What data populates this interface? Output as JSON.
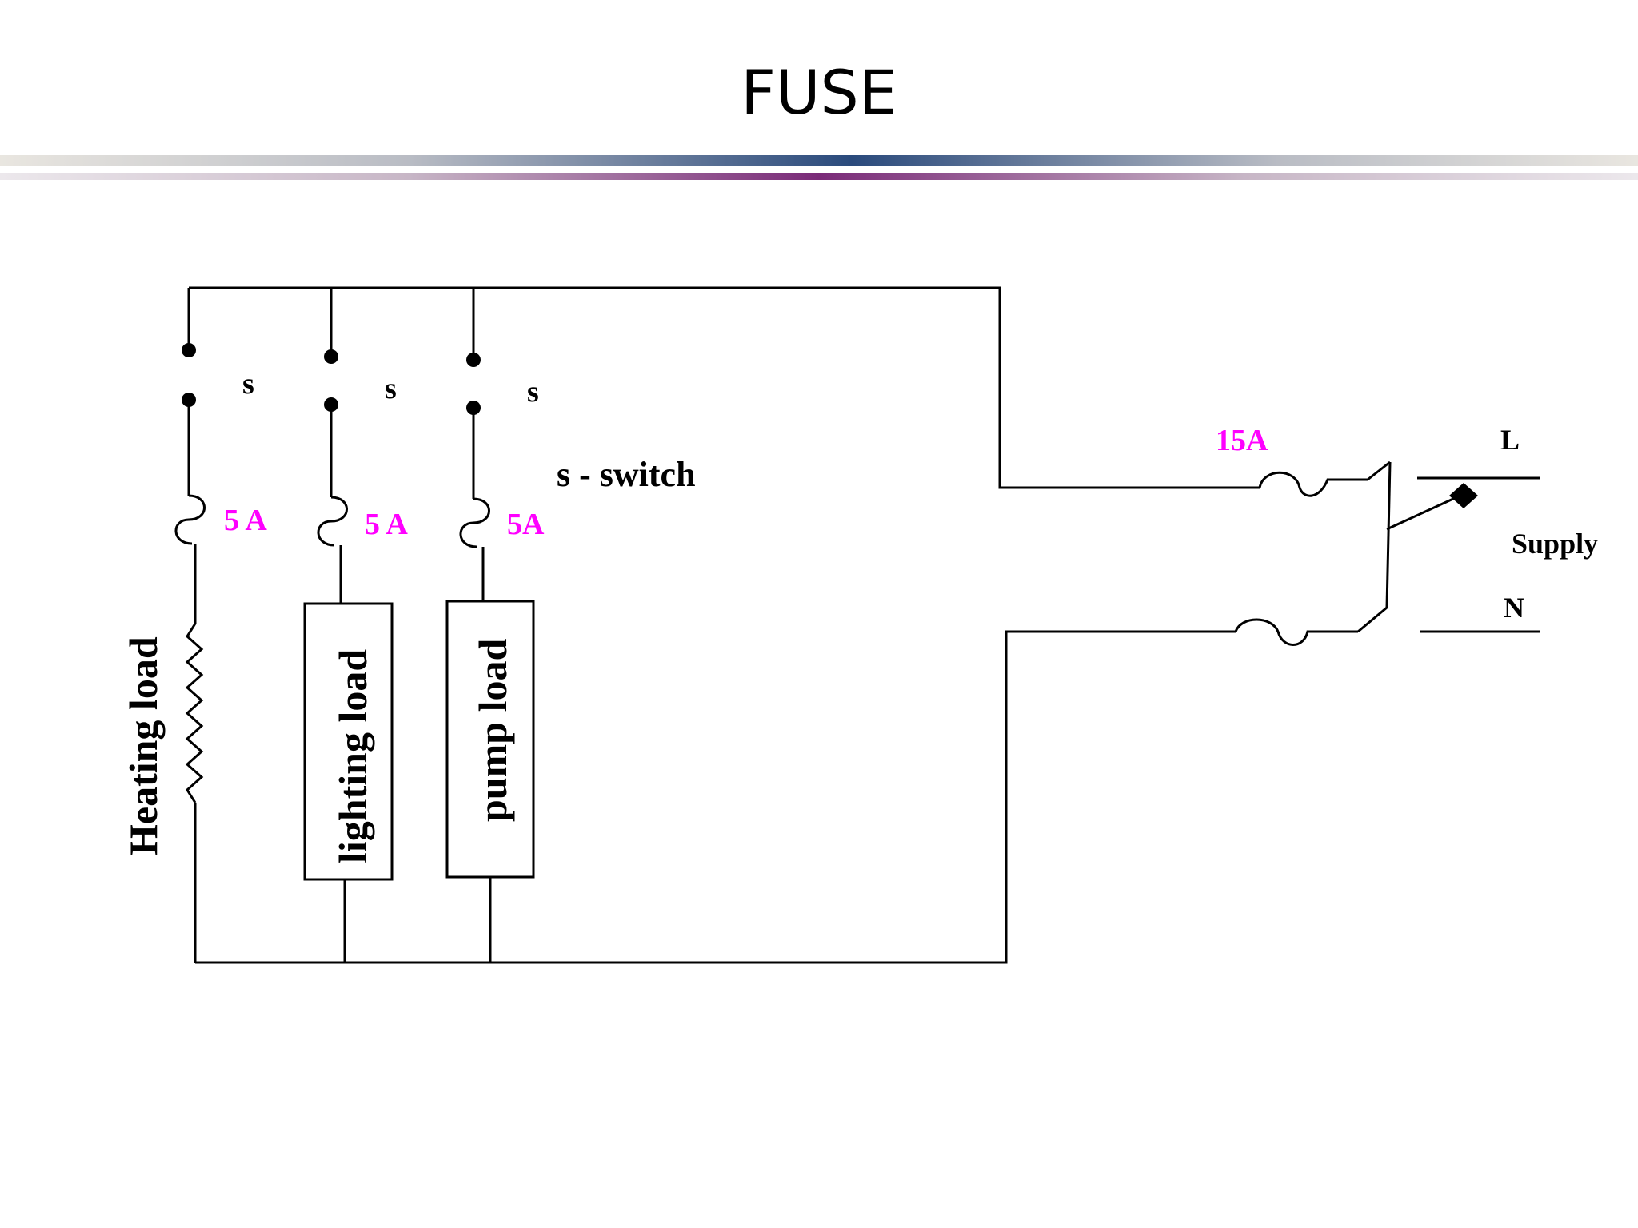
{
  "slide": {
    "title": "FUSE"
  },
  "diagram": {
    "switch_labels": [
      "s",
      "s",
      "s"
    ],
    "switch_legend": "s - switch",
    "branch_fuse_ratings": [
      "5 A",
      "5 A",
      "5A"
    ],
    "main_fuse_rating": "15A",
    "loads": {
      "heating": "Heating load",
      "lighting": "lighting  load",
      "pump": "pump load"
    },
    "supply": {
      "line": "L",
      "neutral": "N",
      "label": "Supply"
    },
    "colors": {
      "wire": "#000000",
      "fuse_rating": "#ff00ff",
      "label": "#000000"
    }
  }
}
